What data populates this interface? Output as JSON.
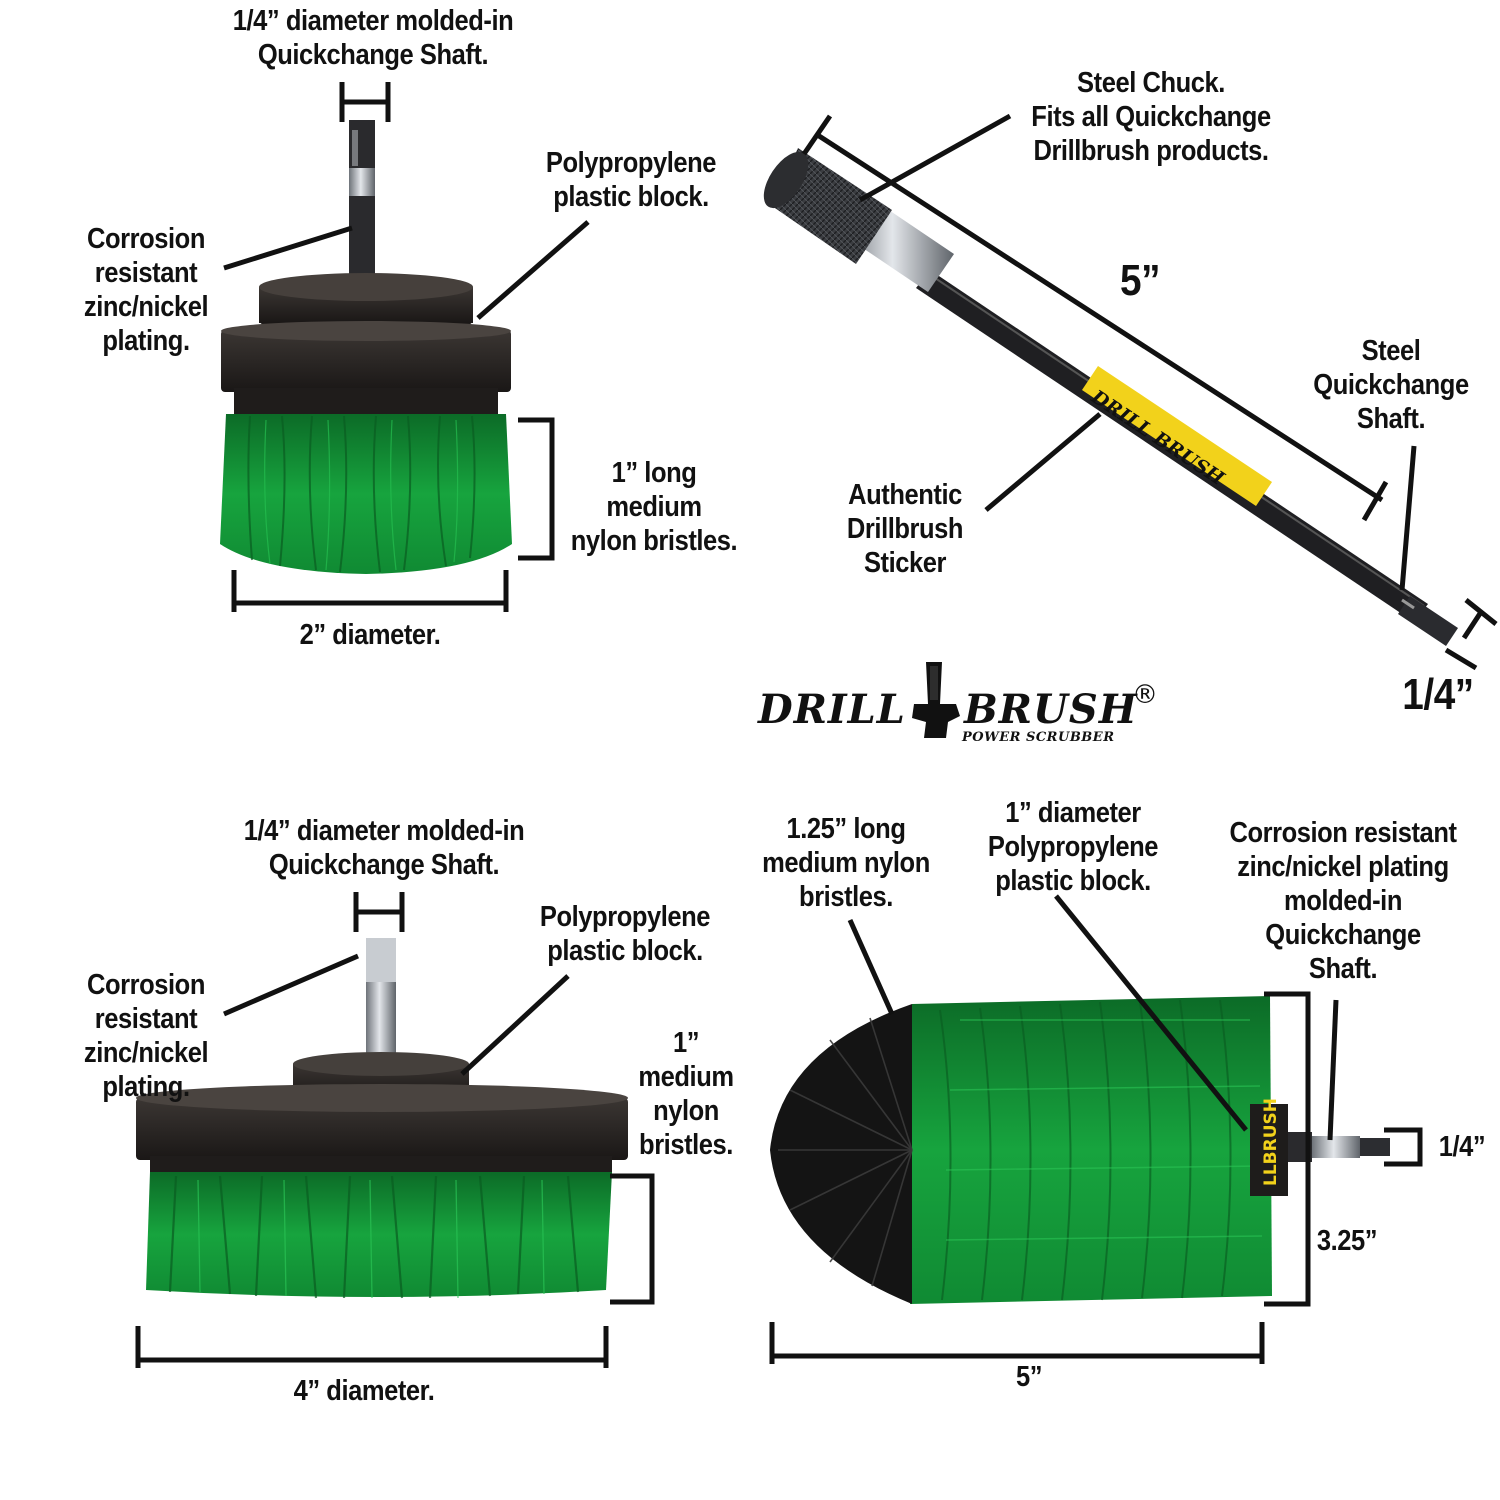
{
  "brand": {
    "word_left": "DRILL",
    "word_right": "BRUSH",
    "registered": "®",
    "tagline": "POWER SCRUBBER",
    "sticker_text": "DRILL BRUSH",
    "side_text": "LLBRUSH"
  },
  "colors": {
    "bristle_green": "#129a3a",
    "bristle_dark_green": "#0b6e27",
    "block_black": "#2a2624",
    "steel": "#b8bcc2",
    "sticker_yellow": "#f2d21b",
    "annotation": "#111111"
  },
  "brush_2in": {
    "shaft_label": [
      "1/4” diameter molded-in",
      "Quickchange Shaft."
    ],
    "plating_label": [
      "Corrosion",
      "resistant",
      "zinc/nickel",
      "plating."
    ],
    "block_label": [
      "Polypropylene",
      "plastic block."
    ],
    "bristle_label": [
      "1” long",
      "medium",
      "nylon bristles."
    ],
    "diameter_label": "2” diameter."
  },
  "extension": {
    "chuck_label": [
      "Steel Chuck.",
      "Fits all Quickchange",
      "Drillbrush products."
    ],
    "length_label": "5”",
    "shaft_label": [
      "Steel",
      "Quickchange",
      "Shaft."
    ],
    "sticker_label": [
      "Authentic",
      "Drillbrush",
      "Sticker"
    ],
    "hex_label": "1/4”"
  },
  "brush_4in": {
    "shaft_label": [
      "1/4” diameter molded-in",
      "Quickchange Shaft."
    ],
    "plating_label": [
      "Corrosion",
      "resistant",
      "zinc/nickel",
      "plating."
    ],
    "block_label": [
      "Polypropylene",
      "plastic block."
    ],
    "bristle_label": [
      "1”",
      "medium",
      "nylon",
      "bristles."
    ],
    "diameter_label": "4” diameter."
  },
  "brush_cone": {
    "bristle_label": [
      "1.25” long",
      "medium nylon",
      "bristles."
    ],
    "block_label": [
      "1” diameter",
      "Polypropylene",
      "plastic block."
    ],
    "plating_label": [
      "Corrosion resistant",
      "zinc/nickel plating",
      "molded-in",
      "Quickchange",
      "Shaft."
    ],
    "shaft_label": "1/4”",
    "height_label": "3.25”",
    "length_label": "5”"
  }
}
